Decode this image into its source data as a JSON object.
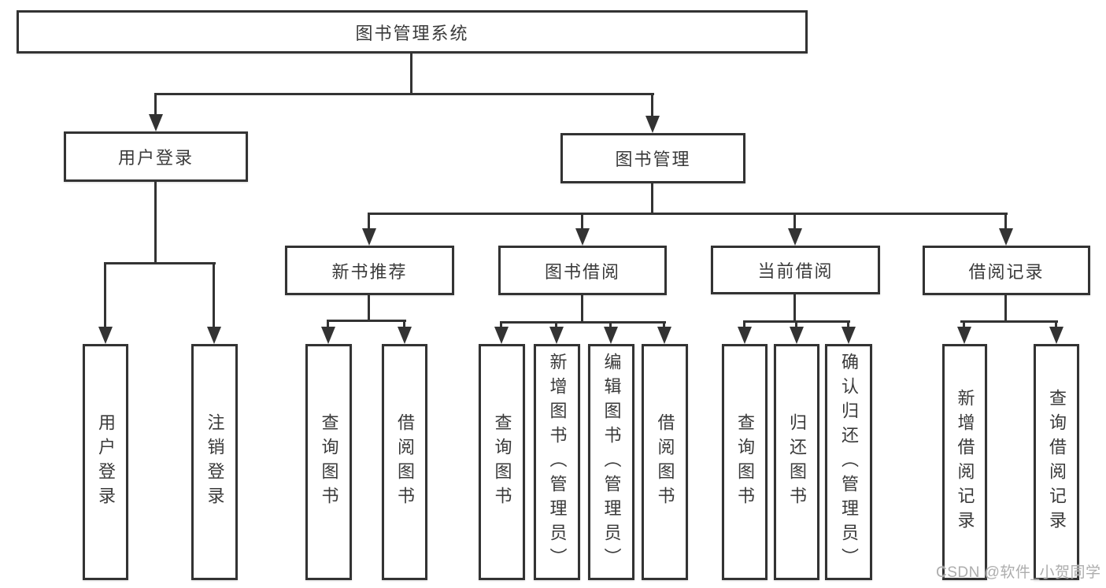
{
  "watermark": "CSDN @软件_小贺同学",
  "colors": {
    "line": "#333333",
    "text": "#3a3a3a",
    "watermark": "#adadad",
    "background": "#ffffff"
  },
  "tree": {
    "root": "图书管理系统",
    "branches": [
      {
        "label": "用户登录",
        "children": [
          "用户登录",
          "注销登录"
        ]
      },
      {
        "label": "图书管理",
        "sections": [
          {
            "label": "新书推荐",
            "children": [
              "查询图书",
              "借阅图书"
            ]
          },
          {
            "label": "图书借阅",
            "children": [
              "查询图书",
              "新增图书（管理员）",
              "编辑图书（管理员）",
              "借阅图书"
            ]
          },
          {
            "label": "当前借阅",
            "children": [
              "查询图书",
              "归还图书",
              "确认归还（管理员）"
            ]
          },
          {
            "label": "借阅记录",
            "children": [
              "新增借阅记录",
              "查询借阅记录"
            ]
          }
        ]
      }
    ]
  }
}
